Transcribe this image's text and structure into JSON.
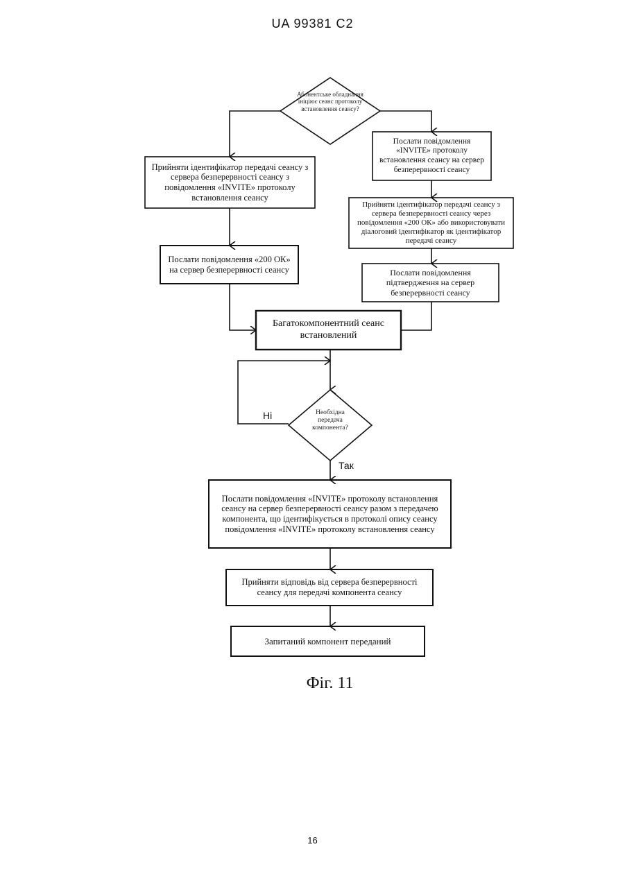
{
  "header": {
    "doc_id": "UA   99381   C2"
  },
  "flowchart": {
    "decision_1": "Абонентське обладнання ініціює сеанс протоколу встановлення сеансу?",
    "box_left_1": "Прийняти ідентифікатор передачі сеансу з сервера безперервності сеансу з повідомлення «INVITE» протоколу встановлення сеансу",
    "box_left_2": "Послати повідомлення «200 ОК» на сервер безперервності сеансу",
    "box_right_1": "Послати повідомлення «INVITE» протоколу встановлення сеансу на сервер безперервності сеансу",
    "box_right_2": "Прийняти ідентифікатор передачі сеансу з сервера безперервності сеансу через повідомлення «200 ОК» або використовувати діалоговий ідентифікатор як ідентифікатор передачі сеансу",
    "box_right_3": "Послати повідомлення підтвердження на сервер безперервності сеансу",
    "box_session": "Багатокомпонентний сеанс встановлений",
    "decision_2": "Необхідна передача компонента?",
    "label_no": "Ні",
    "label_yes": "Так",
    "box_invite": "Послати повідомлення «INVITE» протоколу встановлення сеансу на сервер безперервності сеансу разом з передачею компонента, що ідентифікується в протоколі опису сеансу повідомлення «INVITE» протоколу встановлення сеансу",
    "box_reply": "Прийняти відповідь від сервера безперервності сеансу для передачі компонента сеансу",
    "box_final": "Запитаний компонент переданий"
  },
  "figure_caption": "Фіг. 11",
  "page_number": "16"
}
